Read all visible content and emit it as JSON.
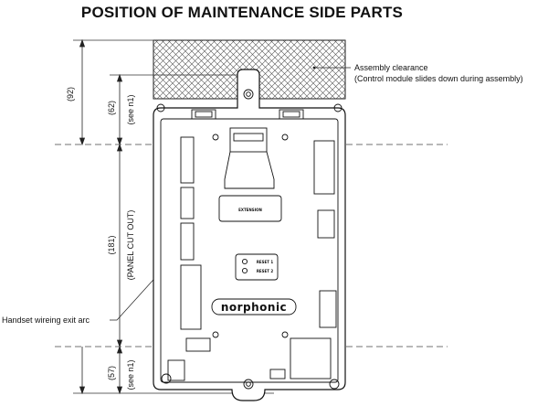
{
  "title": "POSITION OF MAINTENANCE SIDE PARTS",
  "callouts": {
    "clearance_line1": "Assembly clearance",
    "clearance_line2": "(Control module slides down during assembly)",
    "handset": "Handset wireing exit arc"
  },
  "dimensions": {
    "d92": "(92)",
    "d62": "(62)",
    "d62_note": "(see n1)",
    "d181": "(181)",
    "d181_note": "(PANEL CUT OUT)",
    "d57": "(57)",
    "d57_note": "(see n1)"
  },
  "board": {
    "logo": "norphonic",
    "extension": "EXTENSION",
    "reset1": "RESET 1",
    "reset2": "RESET 2"
  }
}
